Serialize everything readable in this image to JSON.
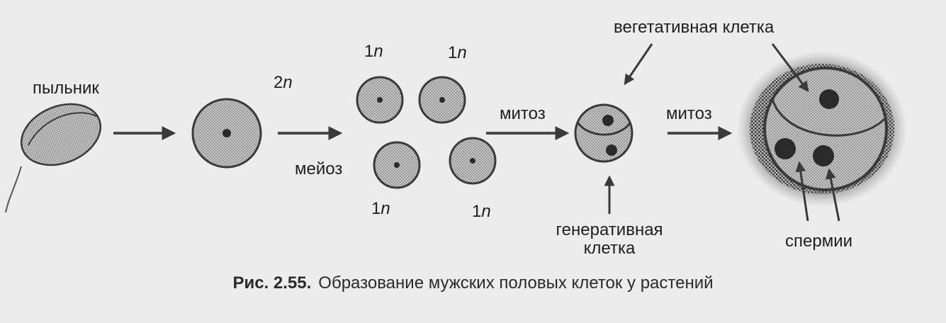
{
  "labels": {
    "anther": "пыльник",
    "ploidy_2n_num": "2",
    "ploidy_1n_num": "1",
    "ploidy_letter": "n",
    "meiosis": "мейоз",
    "mitosis_1": "митоз",
    "mitosis_2": "митоз",
    "vegetative_cell": "вегетативная клетка",
    "generative_cell_line1": "генеративная",
    "generative_cell_line2": "клетка",
    "sperm": "спермии"
  },
  "caption": {
    "number": "Рис. 2.55.",
    "text": "Образование мужских половых клеток у растений"
  }
}
